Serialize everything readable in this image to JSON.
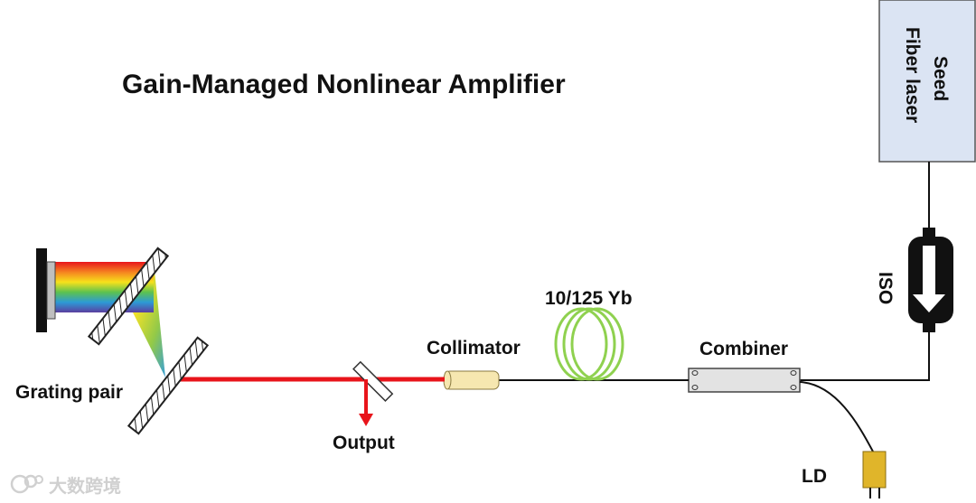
{
  "diagram": {
    "title": "Gain-Managed Nonlinear Amplifier",
    "labels": {
      "seed": "Seed Fiber laser",
      "seed_line1": "Seed",
      "seed_line2": "Fiber laser",
      "iso": "ISO",
      "fiber": "10/125 Yb",
      "collimator": "Collimator",
      "combiner": "Combiner",
      "grating_pair": "Grating pair",
      "output": "Output",
      "ld": "LD"
    },
    "watermark": "大数跨境",
    "colors": {
      "beam": "#e8141b",
      "seed_box": "#dbe4f3",
      "fiber_coil": "#8fd14f",
      "collimator": "#f6e7b0",
      "ld": "#e0b52a",
      "fiber_line": "#111111"
    }
  }
}
